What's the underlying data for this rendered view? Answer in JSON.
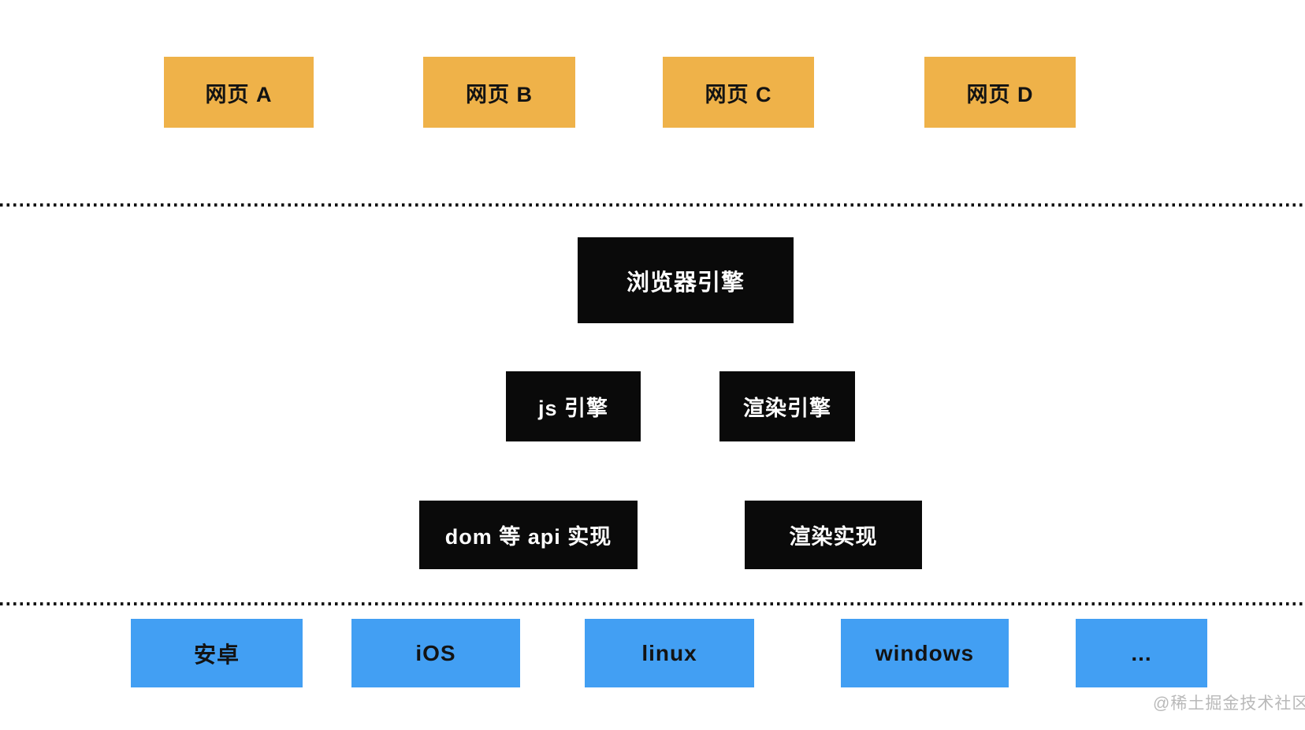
{
  "colors": {
    "webpage_box": "#efb249",
    "engine_box": "#0a0a0a",
    "platform_box": "#429ff3",
    "box_text_dark": "#131313",
    "box_text_light": "#ffffff",
    "dotted_line": "#141414",
    "watermark": "#b9b9b9",
    "page_bg": "#ffffff"
  },
  "layers": {
    "webpages": {
      "items": [
        {
          "label": "网页 A"
        },
        {
          "label": "网页 B"
        },
        {
          "label": "网页 C"
        },
        {
          "label": "网页 D"
        }
      ]
    },
    "browser": {
      "engine_label": "浏览器引擎",
      "sub_engines": [
        {
          "label": "js 引擎"
        },
        {
          "label": "渲染引擎"
        }
      ],
      "implementations": [
        {
          "label": "dom 等 api 实现"
        },
        {
          "label": "渲染实现"
        }
      ]
    },
    "platforms": {
      "items": [
        {
          "label": "安卓"
        },
        {
          "label": "iOS"
        },
        {
          "label": "linux"
        },
        {
          "label": "windows"
        },
        {
          "label": "..."
        }
      ]
    }
  },
  "watermark": {
    "text": "@稀土掘金技术社区"
  }
}
